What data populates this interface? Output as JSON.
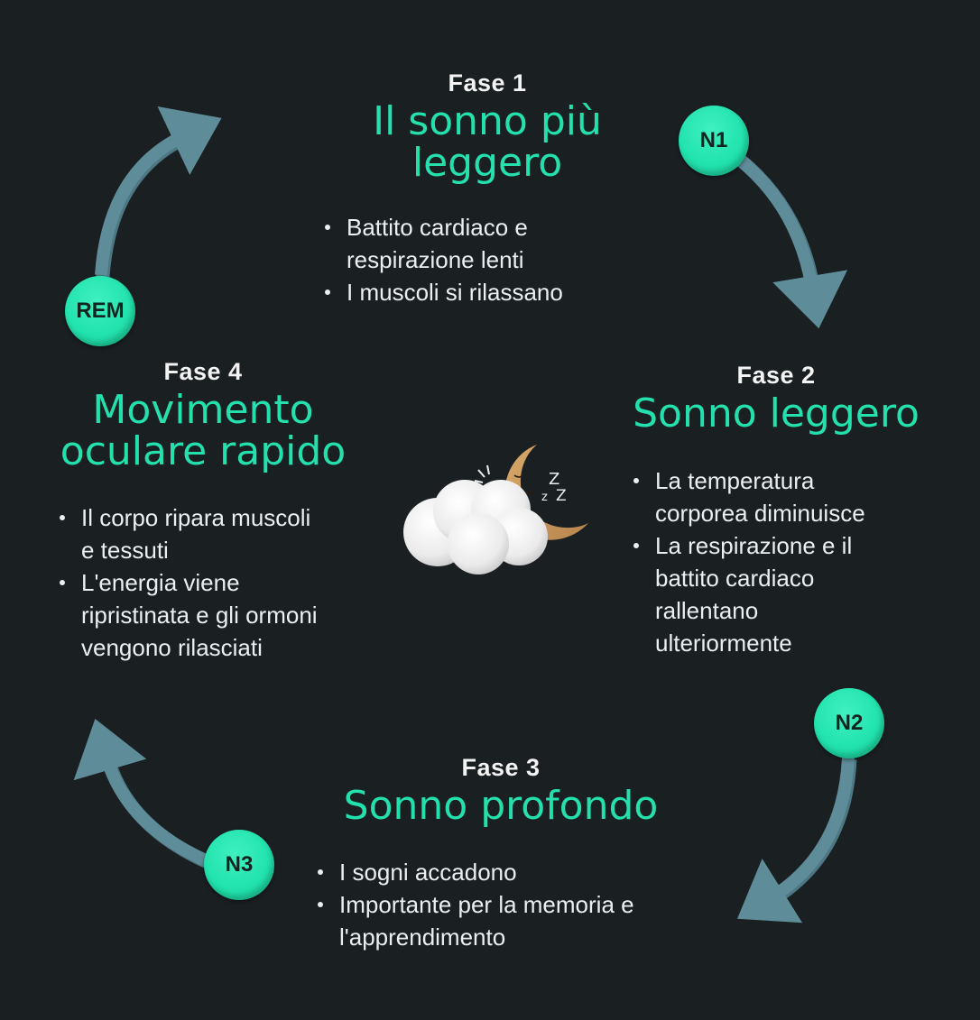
{
  "colors": {
    "background": "#1a1f22",
    "accent": "#23e0ad",
    "arrow": "#5e8c99",
    "text": "#eceff0"
  },
  "phases": [
    {
      "label": "Fase 1",
      "title_line1": "Il sonno più",
      "title_line2": "leggero",
      "badge": "N1",
      "bullets": [
        "Battito cardiaco e\nrespirazione lenti",
        "I muscoli si rilassano"
      ]
    },
    {
      "label": "Fase 2",
      "title_line1": "Sonno leggero",
      "badge": "N2",
      "bullets": [
        "La temperatura\ncorporea diminuisce",
        "La respirazione e il\nbattito cardiaco\nrallentano\nulteriormente"
      ]
    },
    {
      "label": "Fase 3",
      "title_line1": "Sonno profondo",
      "badge": "N3",
      "bullets": [
        "I sogni accadono",
        "Importante per la memoria e\nl'apprendimento"
      ]
    },
    {
      "label": "Fase 4",
      "title_line1": "Movimento",
      "title_line2": "oculare rapido",
      "badge": "REM",
      "bullets": [
        "Il corpo ripara muscoli\ne tessuti",
        "L'energia viene\nripristinata e gli ormoni\nvengono rilasciati"
      ]
    }
  ],
  "illustration": {
    "icon": "sleeping-moon-cloud-icon",
    "zzz": [
      "Z",
      "z",
      "Z"
    ]
  }
}
